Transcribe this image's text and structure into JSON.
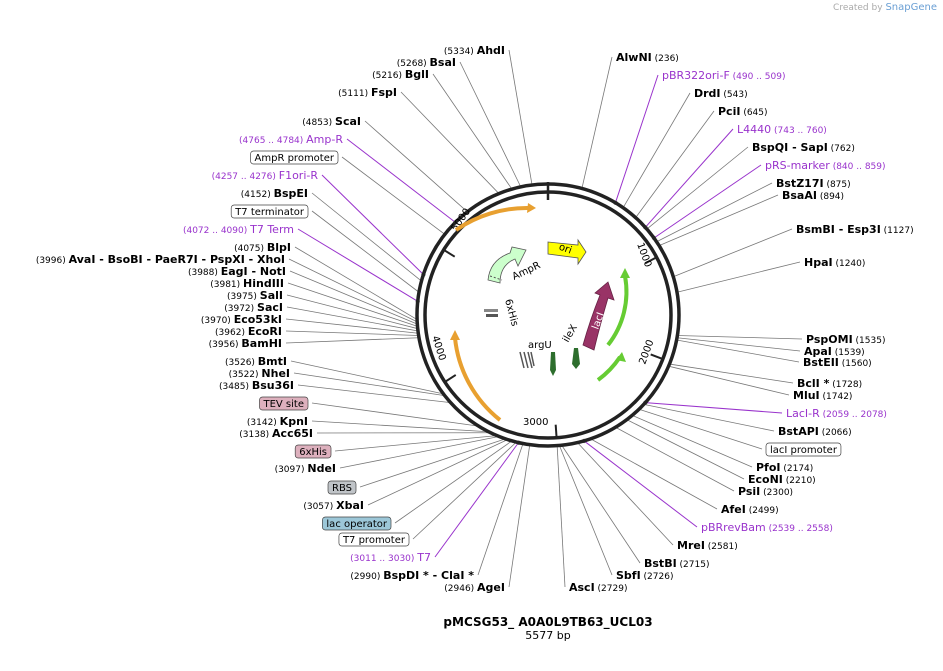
{
  "credit": {
    "prefix": "Created by",
    "brand": "SnapGene"
  },
  "plasmid": {
    "name": "pMCSG53_ A0A0L9TB63_UCL03",
    "length": "5577 bp"
  },
  "colors": {
    "primer": "#9933cc",
    "enzyme": "#000000",
    "ori": "#ffff00",
    "ampr": "#ccffcc",
    "lacI": "#993366",
    "orf": "#e8a030",
    "green": "#66cc33",
    "trna": "#2d6e2d"
  },
  "ring_ticks": [
    "1000",
    "2000",
    "3000",
    "4000",
    "5000"
  ],
  "features": {
    "ori": "ori",
    "ampr": "AmpR",
    "lacI": "lacI",
    "his": "6xHis",
    "argU": "argU",
    "ileX": "ileX"
  },
  "labels": {
    "L_AhdI": {
      "pos": "(5334)",
      "name": "AhdI"
    },
    "L_BsaI": {
      "pos": "(5268)",
      "name": "BsaI"
    },
    "L_BglI": {
      "pos": "(5216)",
      "name": "BglI"
    },
    "L_FspI": {
      "pos": "(5111)",
      "name": "FspI"
    },
    "L_ScaI": {
      "pos": "(4853)",
      "name": "ScaI"
    },
    "L_AmpR": {
      "range": "(4765 .. 4784)",
      "name": "Amp-R"
    },
    "L_AmpRprom": {
      "name": "AmpR promoter"
    },
    "L_F1ori": {
      "range": "(4257 .. 4276)",
      "name": "F1ori-R"
    },
    "L_BspEI": {
      "pos": "(4152)",
      "name": "BspEI"
    },
    "L_T7term": {
      "name": "T7 terminator"
    },
    "L_T7Term": {
      "range": "(4072 .. 4090)",
      "name": "T7 Term"
    },
    "L_BlpI": {
      "pos": "(4075)",
      "name": "BlpI"
    },
    "L_AvaI": {
      "pos": "(3996)",
      "name": "AvaI",
      "n2": "- BsoBI",
      "n3": "- PaeR7I",
      "n4": "- PspXI",
      "n5": "- XhoI"
    },
    "L_EagI": {
      "pos": "(3988)",
      "name": "EagI",
      "n2": "- NotI"
    },
    "L_HindIII": {
      "pos": "(3981)",
      "name": "HindIII"
    },
    "L_SalI": {
      "pos": "(3975)",
      "name": "SalI"
    },
    "L_SacI": {
      "pos": "(3972)",
      "name": "SacI"
    },
    "L_Eco53kI": {
      "pos": "(3970)",
      "name": "Eco53kI"
    },
    "L_EcoRI": {
      "pos": "(3962)",
      "name": "EcoRI"
    },
    "L_BamHI": {
      "pos": "(3956)",
      "name": "BamHI"
    },
    "L_BmtI": {
      "pos": "(3526)",
      "name": "BmtI"
    },
    "L_NheI": {
      "pos": "(3522)",
      "name": "NheI"
    },
    "L_Bsu36I": {
      "pos": "(3485)",
      "name": "Bsu36I"
    },
    "L_TEV": {
      "name": "TEV site"
    },
    "L_KpnI": {
      "pos": "(3142)",
      "name": "KpnI"
    },
    "L_Acc65I": {
      "pos": "(3138)",
      "name": "Acc65I"
    },
    "L_6xHis": {
      "name": "6xHis"
    },
    "L_NdeI": {
      "pos": "(3097)",
      "name": "NdeI"
    },
    "L_RBS": {
      "name": "RBS"
    },
    "L_XbaI": {
      "pos": "(3057)",
      "name": "XbaI"
    },
    "L_lacop": {
      "name": "lac operator"
    },
    "L_T7prom": {
      "name": "T7 promoter"
    },
    "L_T7": {
      "range": "(3011 .. 3030)",
      "name": "T7"
    },
    "L_BspDI": {
      "pos": "(2990)",
      "name": "BspDI *",
      "n2": "- ClaI *"
    },
    "L_AgeI": {
      "pos": "(2946)",
      "name": "AgeI"
    },
    "L_AscI": {
      "name": "AscI",
      "pos": "(2729)"
    },
    "L_SbfI": {
      "name": "SbfI",
      "pos": "(2726)"
    },
    "L_BstBI": {
      "name": "BstBI",
      "pos": "(2715)"
    },
    "L_MreI": {
      "name": "MreI",
      "pos": "(2581)"
    },
    "L_pBRrev": {
      "name": "pBRrevBam",
      "range": "(2539 .. 2558)"
    },
    "L_AfeI": {
      "name": "AfeI",
      "pos": "(2499)"
    },
    "L_PsiI": {
      "name": "PsiI",
      "pos": "(2300)"
    },
    "L_EcoNI": {
      "name": "EcoNI",
      "pos": "(2210)"
    },
    "L_PfoI": {
      "name": "PfoI",
      "pos": "(2174)"
    },
    "L_lacIprom": {
      "name": "lacI promoter"
    },
    "L_BstAPI": {
      "name": "BstAPI",
      "pos": "(2066)"
    },
    "L_LacIR": {
      "name": "LacI-R",
      "range": "(2059 .. 2078)"
    },
    "L_MluI": {
      "name": "MluI",
      "pos": "(1742)"
    },
    "L_BclI": {
      "name": "BclI *",
      "pos": "(1728)"
    },
    "L_BstEII": {
      "name": "BstEII",
      "pos": "(1560)"
    },
    "L_ApaI": {
      "name": "ApaI",
      "pos": "(1539)"
    },
    "L_PspOMI": {
      "name": "PspOMI",
      "pos": "(1535)"
    },
    "L_HpaI": {
      "name": "HpaI",
      "pos": "(1240)"
    },
    "L_BsmBI": {
      "name": "BsmBI",
      "n2": "- Esp3I",
      "pos": "(1127)"
    },
    "L_BsaAI": {
      "name": "BsaAI",
      "pos": "(894)"
    },
    "L_BstZ17I": {
      "name": "BstZ17I",
      "pos": "(875)"
    },
    "L_pRS": {
      "name": "pRS-marker",
      "range": "(840 .. 859)"
    },
    "L_BspQI": {
      "name": "BspQI",
      "n2": "- SapI",
      "pos": "(762)"
    },
    "L_L4440": {
      "name": "L4440",
      "range": "(743 .. 760)"
    },
    "L_PciI": {
      "name": "PciI",
      "pos": "(645)"
    },
    "L_DrdI": {
      "name": "DrdI",
      "pos": "(543)"
    },
    "L_pBR322": {
      "name": "pBR322ori-F",
      "range": "(490 .. 509)"
    },
    "L_AlwNI": {
      "name": "AlwNI",
      "pos": "(236)"
    }
  }
}
